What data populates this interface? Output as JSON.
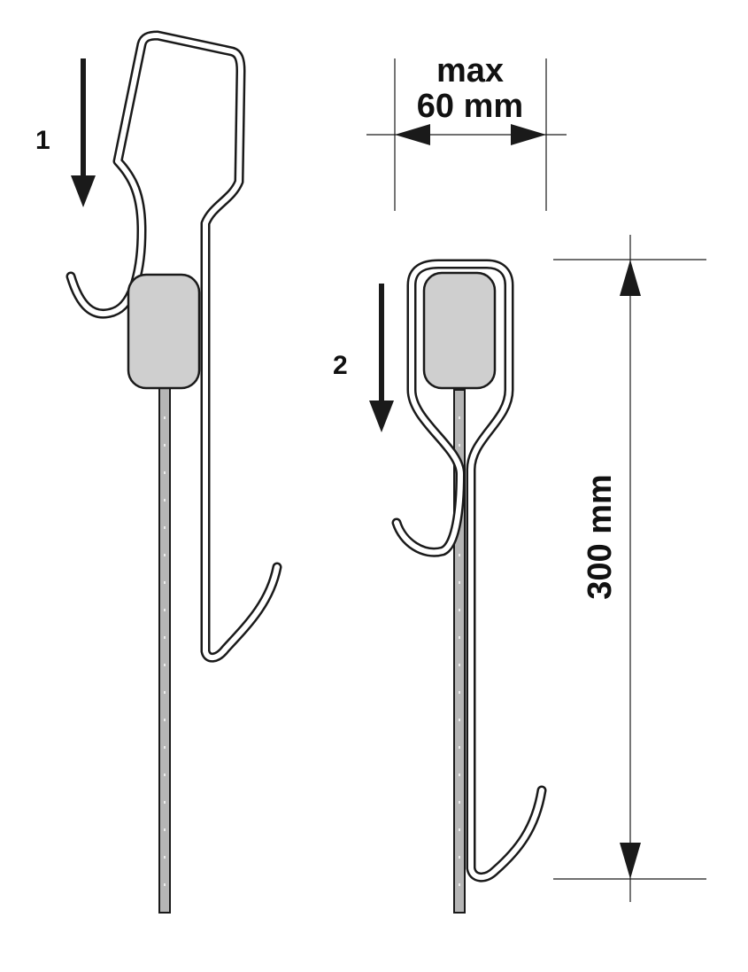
{
  "steps": {
    "step_1": "1",
    "step_2": "2"
  },
  "dimensions": {
    "width_max_line1": "max",
    "width_max_line2": "60 mm",
    "rail_length": "300 mm"
  },
  "colors": {
    "outline": "#1a1a1a",
    "wire_fill": "#ffffff",
    "grip_fill": "#cfcfcf",
    "rail_fill": "#b5b5b5",
    "arrow": "#1a1a1a"
  },
  "icons": {
    "arrow_1": "down-arrow-icon",
    "arrow_2": "down-arrow-icon"
  }
}
